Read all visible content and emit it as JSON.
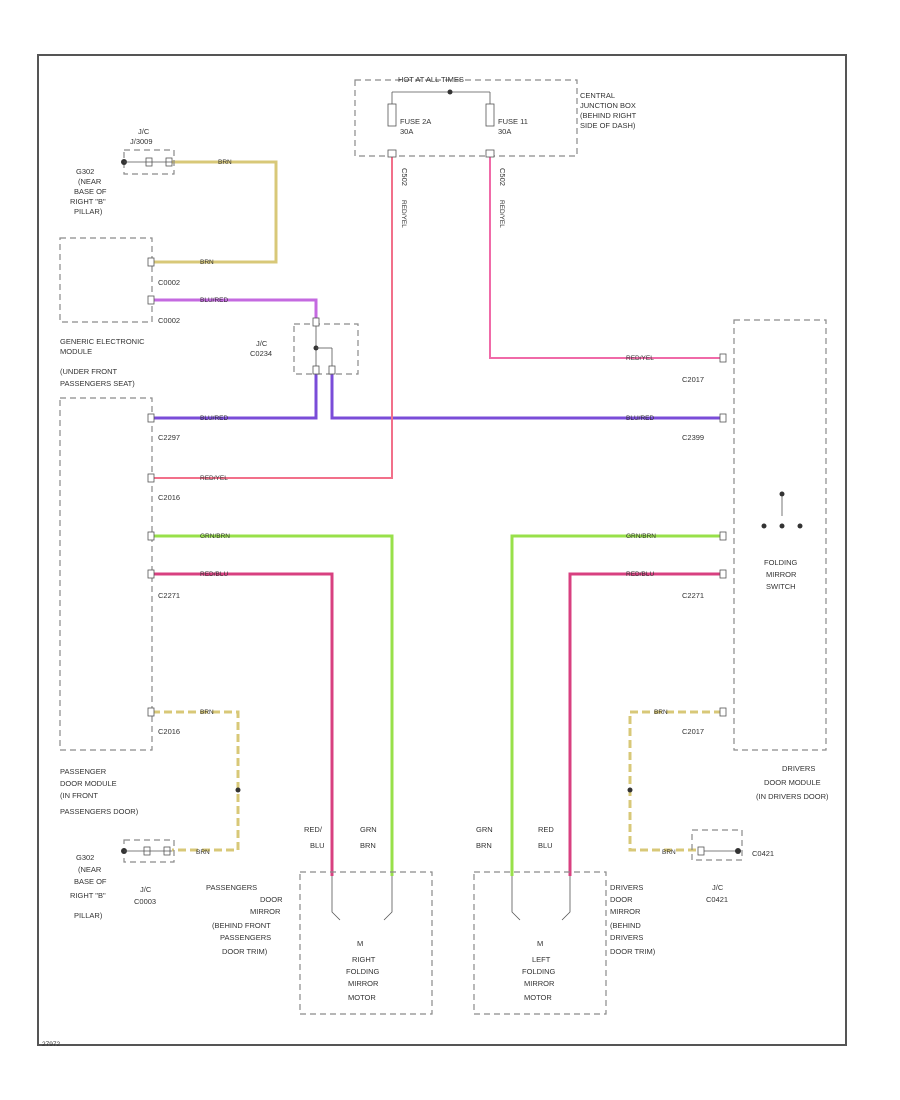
{
  "colors": {
    "brn": "#d8c878",
    "blu_red": "#7a4cd8",
    "vio": "#c46ae0",
    "pnk": "#f06aa8",
    "red": "#f2708a",
    "grn": "#98e04a",
    "red_blu": "#d84080"
  },
  "fuse_box": {
    "header": "HOT AT ALL TIMES",
    "fuse_a": "FUSE 2A",
    "fuse_a_amp": "30A",
    "fuse_b": "FUSE 11",
    "fuse_b_amp": "30A",
    "label": [
      "CENTRAL",
      "JUNCTION BOX",
      "(BEHIND RIGHT",
      "SIDE OF DASH)"
    ],
    "c_left": "C502",
    "c_right": "C502"
  },
  "jc_top": {
    "name": "J/C",
    "code": "J/3009"
  },
  "g_top": [
    "G302",
    "(NEAR",
    "BASE OF",
    "RIGHT \"B\"",
    "PILLAR)"
  ],
  "gem": {
    "label": [
      "GENERIC ELECTRONIC",
      "MODULE",
      "(UNDER FRONT",
      "PASSENGERS SEAT)"
    ],
    "c_a": "C0002",
    "c_b": "C0002"
  },
  "jc_mid": {
    "name": "J/C",
    "code": "C0234"
  },
  "pass_mod": {
    "label": [
      "PASSENGER",
      "DOOR MODULE",
      "(IN FRONT",
      "PASSENGERS DOOR)"
    ],
    "c_a": "C2297",
    "c_b": "C2016",
    "c_c": "C2271",
    "c_d": "C2016"
  },
  "drv_mod": {
    "label": [
      "DRIVERS",
      "DOOR MODULE",
      "(IN DRIVERS DOOR)"
    ],
    "c_a": "C2017",
    "c_b": "C2399",
    "c_c": "C2271",
    "c_d": "C2017"
  },
  "switch_label": [
    "FOLDING",
    "MIRROR",
    "SWITCH"
  ],
  "g_bot": [
    "G302",
    "(NEAR",
    "BASE OF",
    "RIGHT \"B\"",
    "PILLAR)"
  ],
  "jc_bl": {
    "name": "J/C",
    "code": "C0003"
  },
  "jc_br": {
    "name": "J/C",
    "code": "C0421"
  },
  "c_br": "C0421",
  "right_motor": {
    "door_label": [
      "PASSENGERS",
      "DOOR",
      "MIRROR",
      "(BEHIND FRONT",
      "PASSENGERS",
      "DOOR TRIM)"
    ],
    "m": "M",
    "name": [
      "RIGHT",
      "FOLDING",
      "MIRROR",
      "MOTOR"
    ],
    "wire_a": [
      "RED/",
      "BLU"
    ],
    "wire_b": [
      "GRN",
      "BRN"
    ]
  },
  "left_motor": {
    "door_label": [
      "DRIVERS",
      "DOOR",
      "MIRROR",
      "(BEHIND",
      "DRIVERS",
      "DOOR TRIM)"
    ],
    "m": "M",
    "name": [
      "LEFT",
      "FOLDING",
      "MIRROR",
      "MOTOR"
    ],
    "wire_a": [
      "GRN",
      "BRN"
    ],
    "wire_b": [
      "RED",
      "BLU"
    ]
  },
  "wires": {
    "brn": "BRN",
    "blu_red": "BLU/RED",
    "vio": "BLU/RED",
    "pnk": "RED/YEL",
    "red_yel": "RED/YEL",
    "grn_brn": "GRN/BRN",
    "red_blu": "RED/BLU",
    "c502_left": "RED/YEL",
    "c502_right": "RED/YEL"
  },
  "footer": "27972"
}
